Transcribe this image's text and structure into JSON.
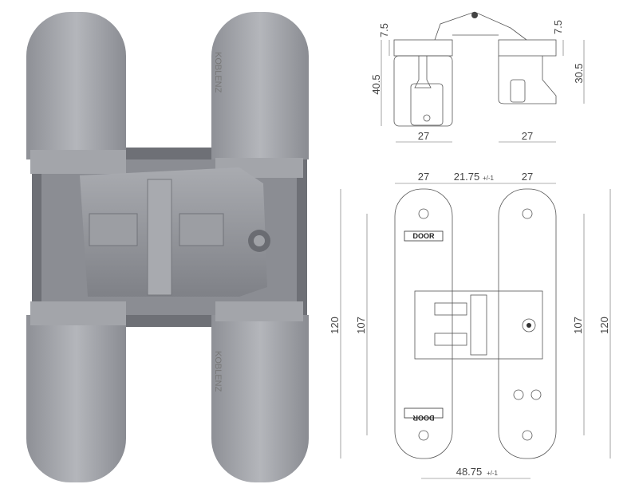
{
  "product": {
    "brand_mark": "KOBLENZ"
  },
  "side_view": {
    "dims": {
      "top_left": "7.5",
      "top_right": "7.5",
      "height_left": "40.5",
      "height_right": "30.5",
      "width_left": "27",
      "width_right": "27"
    }
  },
  "front_view": {
    "dims": {
      "width_left": "27",
      "gap": "21.75",
      "gap_tol": "+/-1",
      "width_right": "27",
      "outer_left": "120",
      "inner_left": "107",
      "inner_right": "107",
      "outer_right": "120",
      "bottom_span": "48.75",
      "bottom_tol": "+/-1"
    },
    "labels": {
      "door_top": "DOOR",
      "door_bottom": "DOOR"
    }
  }
}
